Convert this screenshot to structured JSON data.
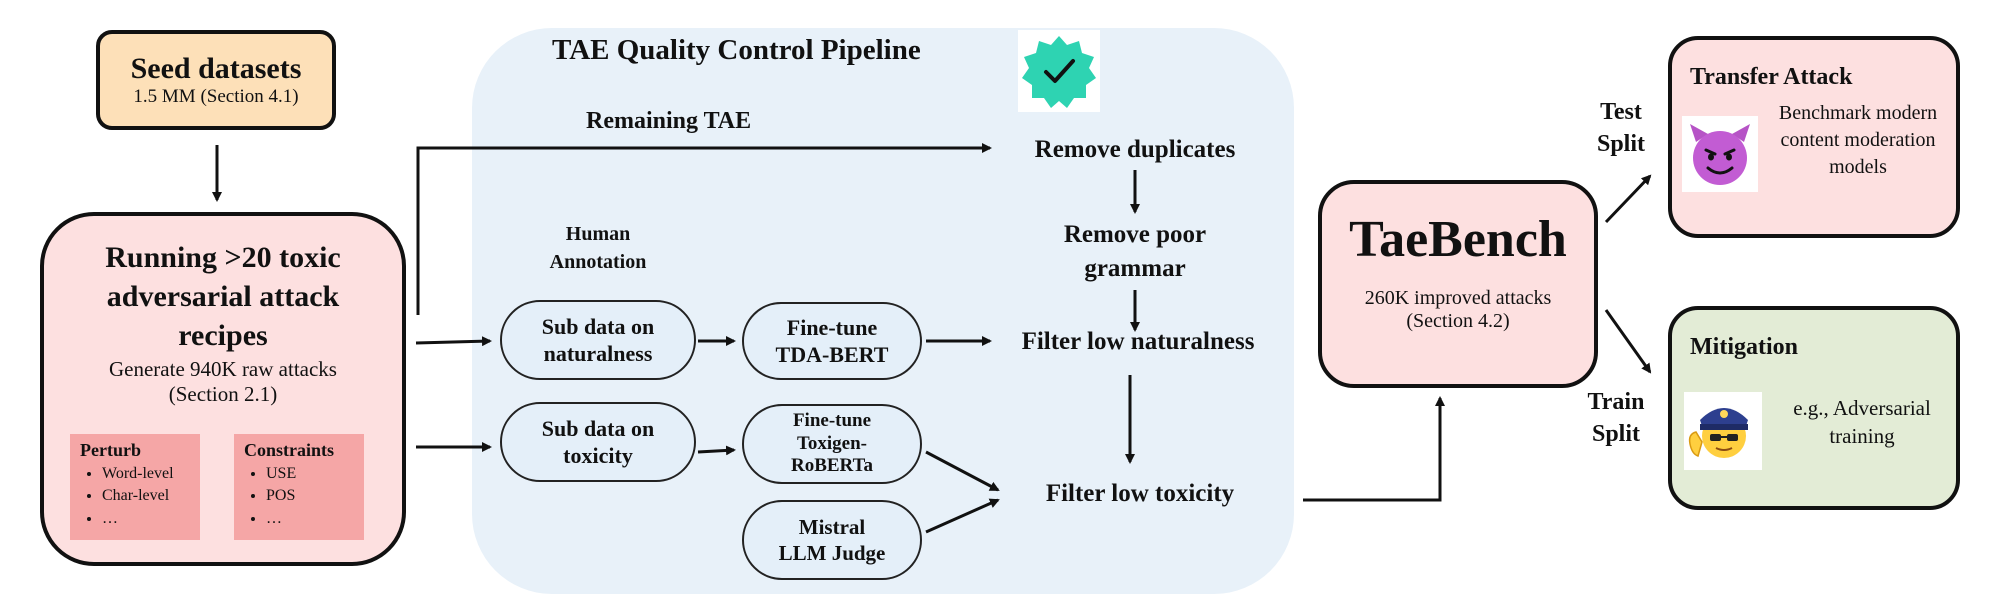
{
  "seed": {
    "title": "Seed datasets",
    "subtitle": "1.5 MM (Section 4.1)"
  },
  "running": {
    "title": "Running >20 toxic adversarial attack recipes",
    "line1": "Generate 940K raw attacks",
    "line2": "(Section 2.1)",
    "perturb": {
      "title": "Perturb",
      "items": [
        "Word-level",
        "Char-level",
        "…"
      ]
    },
    "constraints": {
      "title": "Constraints",
      "items": [
        "USE",
        "POS",
        "…"
      ]
    }
  },
  "pipeline": {
    "title": "TAE Quality Control Pipeline",
    "badge_icon": "verified-check-icon",
    "remaining": "Remaining TAE",
    "human_annotation": "Human Annotation",
    "sub_nat": "Sub data on naturalness",
    "sub_tox": "Sub data on toxicity",
    "ft_tda": "Fine-tune TDA-BERT",
    "ft_toxigen": "Fine-tune Toxigen-RoBERTa",
    "mistral": "Mistral LLM Judge",
    "remove_dup": "Remove duplicates",
    "remove_grammar": "Remove poor grammar",
    "filter_nat": "Filter low naturalness",
    "filter_tox": "Filter low toxicity"
  },
  "taebench": {
    "title": "TaeBench",
    "line1": "260K improved attacks",
    "line2": "(Section 4.2)"
  },
  "splits": {
    "test": "Test Split",
    "train": "Train Split"
  },
  "transfer": {
    "title": "Transfer Attack",
    "text": "Benchmark modern content moderation models",
    "icon": "smiling-devil-icon"
  },
  "mitigation": {
    "title": "Mitigation",
    "text": "e.g., Adversarial training",
    "icon": "police-officer-icon"
  },
  "colors": {
    "seed": "#fde0b8",
    "running": "#fde0e0",
    "pipeline_bg": "#e8f1f9",
    "pill": "#e4eff9",
    "taebench": "#fde0e0",
    "transfer": "#fde0e0",
    "mitigation": "#e3ecd6",
    "badge": "#2ed3b2"
  }
}
